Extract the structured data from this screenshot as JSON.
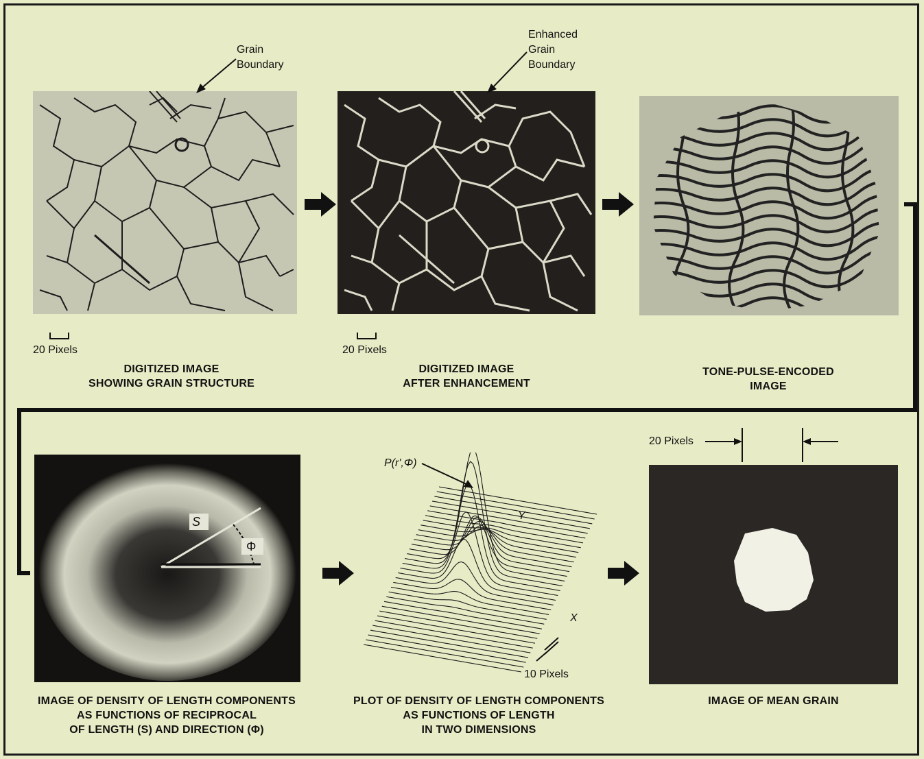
{
  "annotations": {
    "grain_boundary": "Grain\nBoundary",
    "enhanced_grain_boundary": "Enhanced\nGrain\nBoundary",
    "scale_1": "20 Pixels",
    "scale_2": "20 Pixels",
    "scale_mean": "20 Pixels",
    "scale_plot": "10 Pixels",
    "s_label": "S",
    "phi_label": "Φ",
    "p_label": "P(r',Φ)",
    "y_axis": "Y",
    "x_axis": "X"
  },
  "captions": {
    "digitized": "DIGITIZED IMAGE\nSHOWING GRAIN STRUCTURE",
    "enhanced": "DIGITIZED IMAGE\nAFTER ENHANCEMENT",
    "tone_pulse": "TONE-PULSE-ENCODED\nIMAGE",
    "density_image": "IMAGE OF DENSITY OF LENGTH COMPONENTS\nAS FUNCTIONS OF RECIPROCAL\nOF LENGTH (S) AND DIRECTION (Φ)",
    "density_plot": "PLOT OF DENSITY OF LENGTH COMPONENTS\nAS FUNCTIONS OF LENGTH\nIN TWO DIMENSIONS",
    "mean_grain": "IMAGE OF MEAN GRAIN"
  },
  "colors": {
    "background": "#e8ecc6",
    "ink": "#1a1a1a",
    "light_panel": "#c9cab4",
    "dark_panel": "#2a2622"
  }
}
